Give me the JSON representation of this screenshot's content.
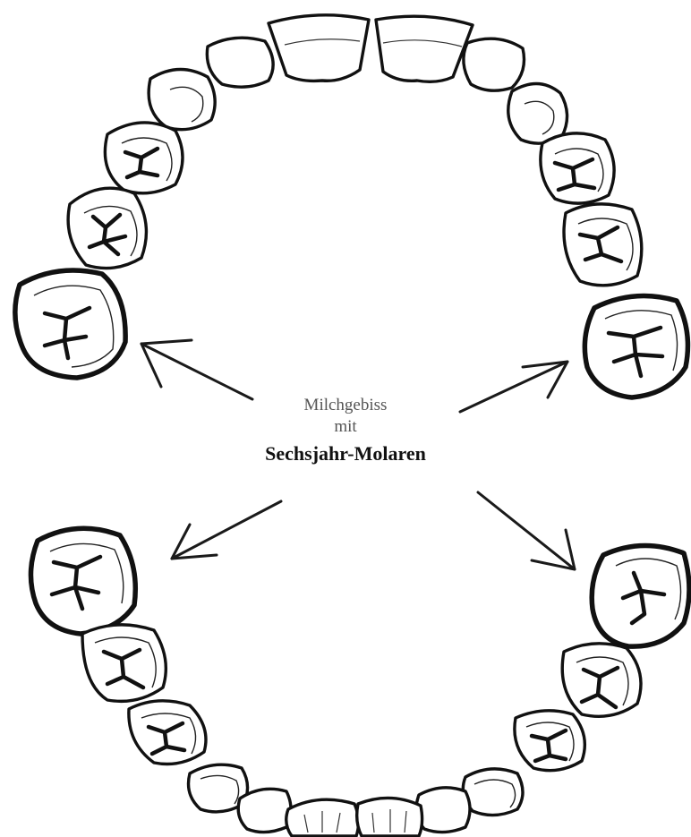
{
  "caption": {
    "line1": "Milchgebiss",
    "line2": "mit",
    "line3": "Sechsjahr-Molaren"
  },
  "colors": {
    "outline": "#111111",
    "caption": "#555555",
    "background": "#ffffff"
  }
}
